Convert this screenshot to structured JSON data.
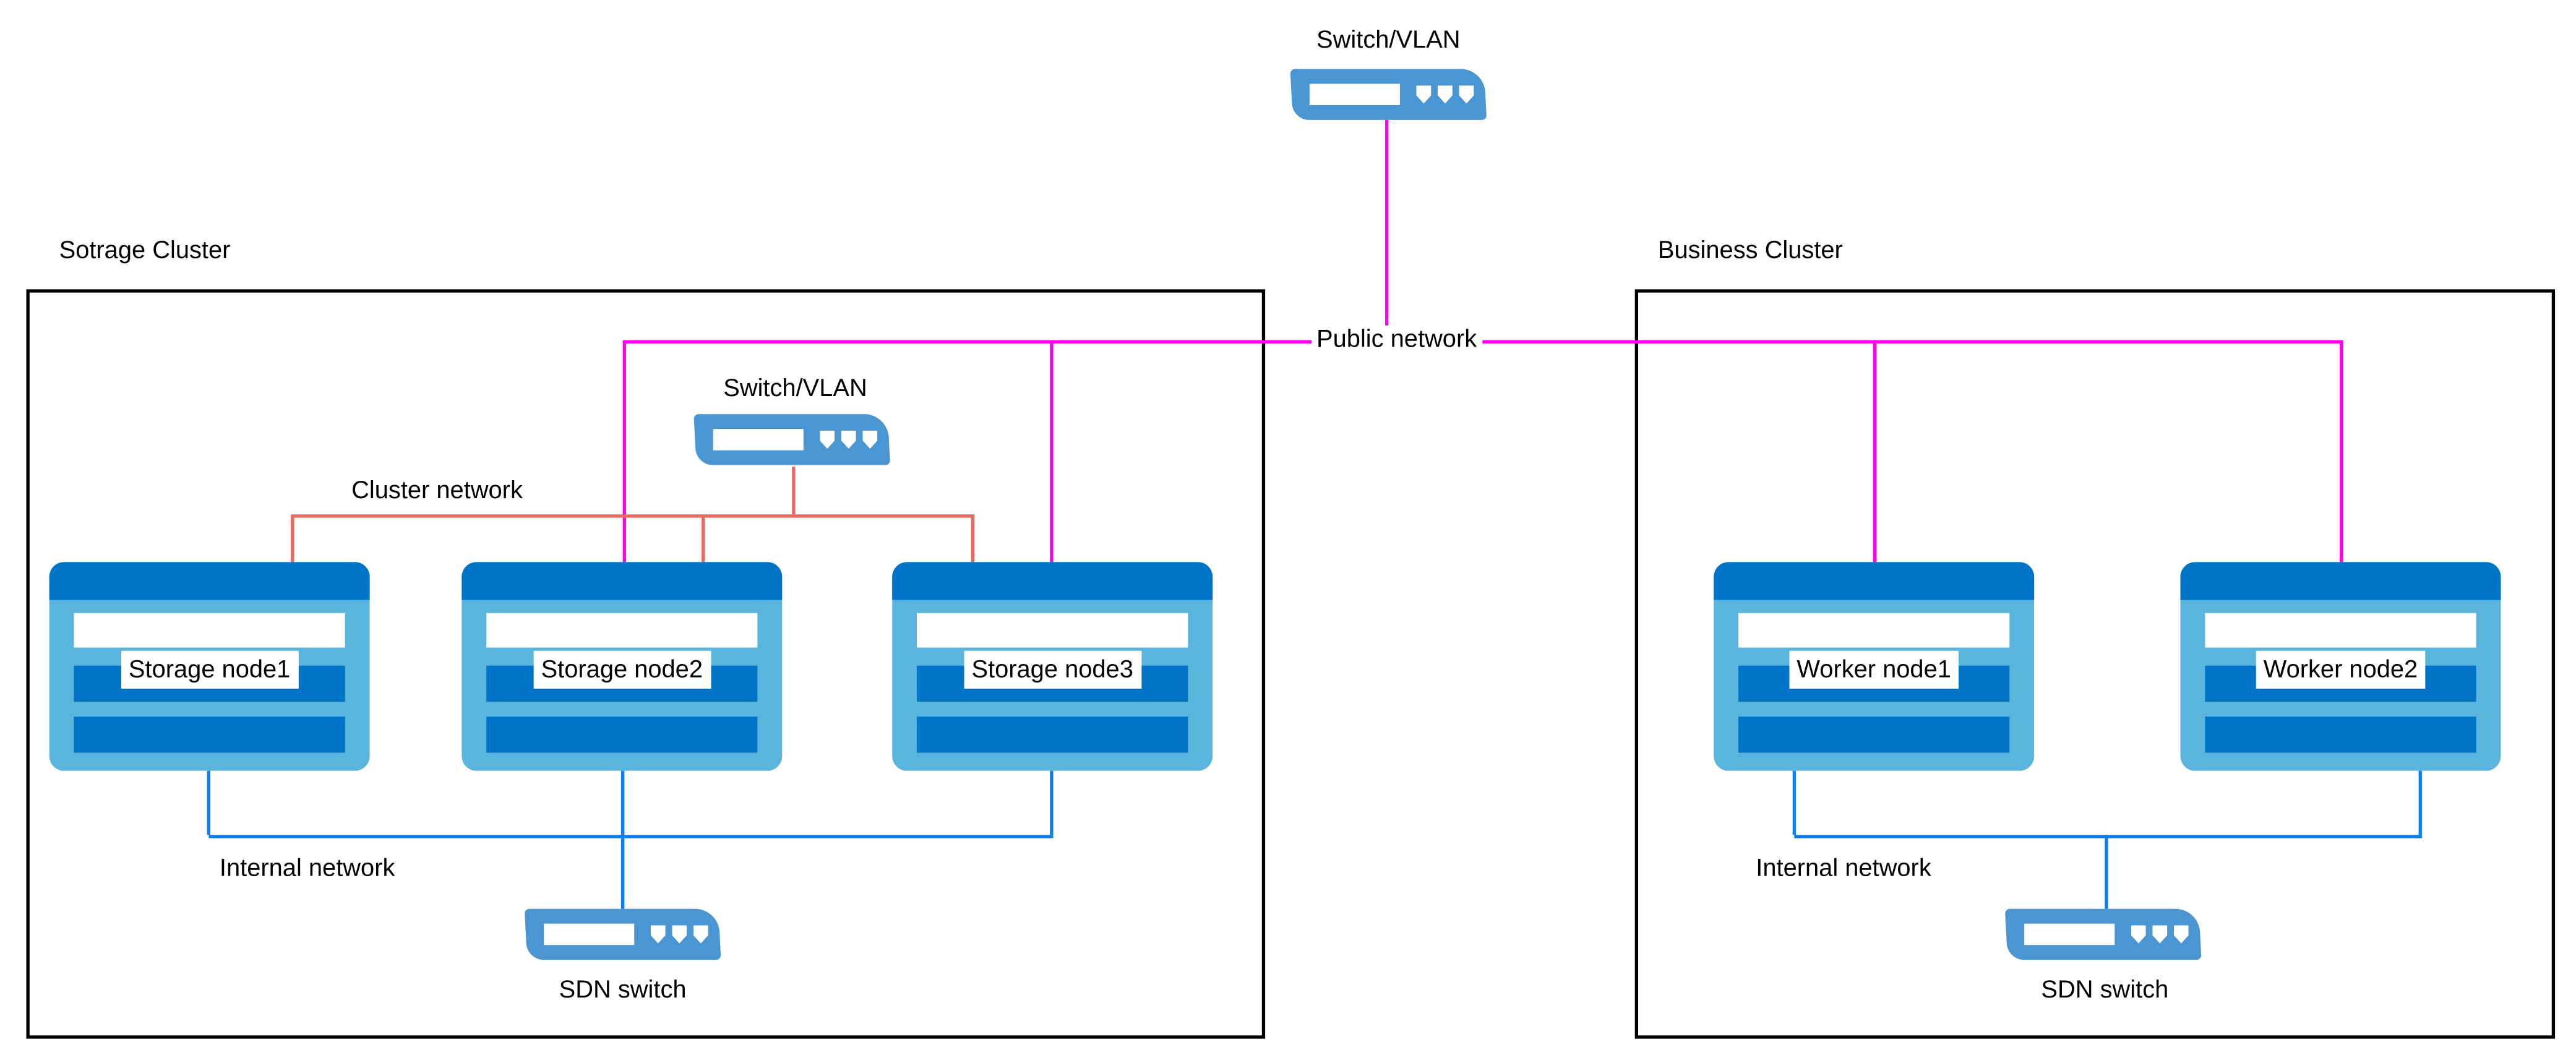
{
  "colors": {
    "magenta": "#ff00e8",
    "red": "#ea6a60",
    "blue": "#0d7df2",
    "node_dark": "#0074c7",
    "node_light": "#5ab5dc",
    "switch_blue": "#4a96d2",
    "border": "#000000"
  },
  "top_switch": {
    "label": "Switch/VLAN"
  },
  "public_network": {
    "label": "Public network"
  },
  "storage_cluster": {
    "title": "Sotrage Cluster",
    "switch_label": "Switch/VLAN",
    "cluster_network_label": "Cluster network",
    "internal_network_label": "Internal network",
    "sdn_switch_label": "SDN switch",
    "nodes": [
      {
        "label": "Storage node1"
      },
      {
        "label": "Storage node2"
      },
      {
        "label": "Storage node3"
      }
    ]
  },
  "business_cluster": {
    "title": "Business Cluster",
    "internal_network_label": "Internal network",
    "sdn_switch_label": "SDN switch",
    "nodes": [
      {
        "label": "Worker node1"
      },
      {
        "label": "Worker node2"
      }
    ]
  }
}
